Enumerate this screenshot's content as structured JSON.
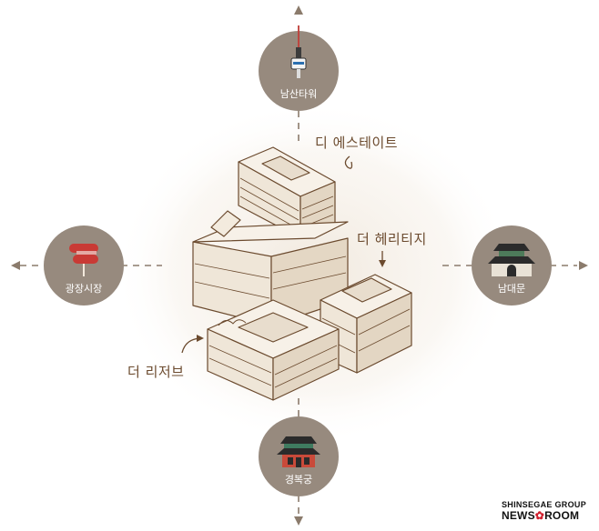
{
  "labels": {
    "the_estate": "디 에스테이트",
    "the_heritage": "더 헤리티지",
    "the_reserve": "더 리저브"
  },
  "poi": {
    "north": "남산타워",
    "west": "광장시장",
    "east": "남대문",
    "south": "경복궁"
  },
  "brand": {
    "group": "SHINSEGAE GROUP",
    "news_left": "NEWS",
    "news_right": "ROOM"
  },
  "colors": {
    "circle": "#978a7e",
    "arrow": "#8b7b6c",
    "ink": "#6b4a2e",
    "accent_red": "#d0202e"
  }
}
